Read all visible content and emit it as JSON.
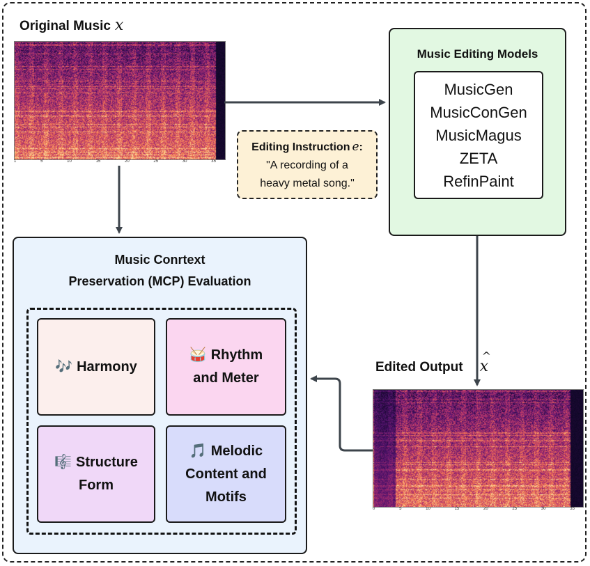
{
  "original": {
    "label": "Original Music",
    "symbol": "x",
    "ticks": [
      "1",
      "5",
      "10",
      "15",
      "20",
      "25",
      "30",
      "35"
    ]
  },
  "edited": {
    "label": "Edited Output",
    "symbol": "x",
    "ticks": [
      "0",
      "5",
      "10",
      "15",
      "20",
      "25",
      "30",
      "35"
    ]
  },
  "models": {
    "title": "Music Editing Models",
    "items": [
      "MusicGen",
      "MusicConGen",
      "MusicMagus",
      "ZETA",
      "RefinPaint"
    ]
  },
  "instruction": {
    "title": "Editing Instruction",
    "symbol": "e",
    "text_line1": "\"A recording of a",
    "text_line2": "heavy metal song.\""
  },
  "mcp": {
    "title_line1": "Music Conrtext",
    "title_line2": "Preservation (MCP) Evaluation",
    "cards": {
      "harmony": {
        "icon": "🎶",
        "line1": "Harmony"
      },
      "rhythm": {
        "icon": "🥁",
        "line1": "Rhythm",
        "line2": "and Meter"
      },
      "structure": {
        "icon": "🎼",
        "line1": "Structure",
        "line2": "Form"
      },
      "melodic": {
        "icon": "🎵",
        "line1": "Melodic",
        "line2": "Content and",
        "line3": "Motifs"
      }
    }
  },
  "colors": {
    "models_bg": "#e2f8e2",
    "instruction_bg": "#fdf1d6",
    "mcp_bg": "#eaf3fd",
    "harmony_bg": "#fcefed",
    "rhythm_bg": "#fbd6f0",
    "structure_bg": "#f0d8f8",
    "melodic_bg": "#d8dcfb",
    "arrow": "#3d444b"
  }
}
